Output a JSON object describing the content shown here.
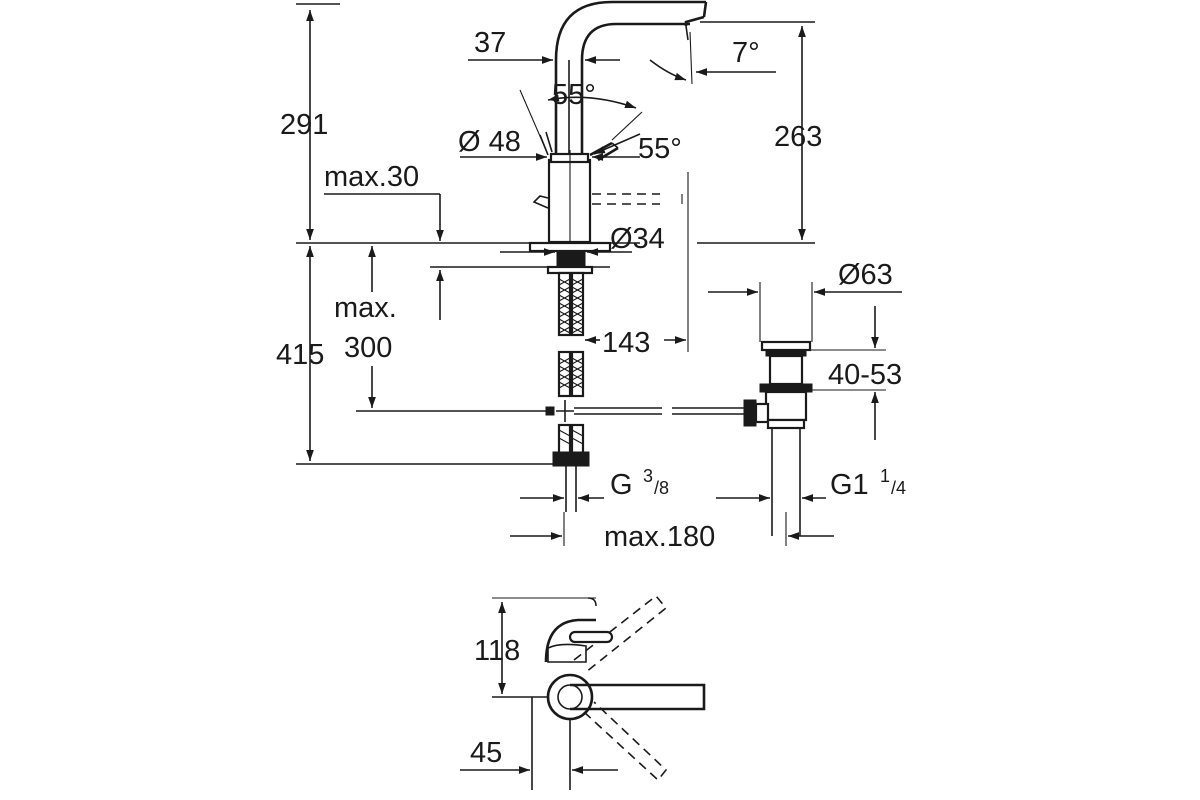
{
  "dimensions": {
    "spout_reach_offset": "37",
    "spout_angle": "7°",
    "lever_angle_top": "55°",
    "lever_angle_side": "55°",
    "base_diameter": "Ø 48",
    "max_deck_thickness": "max.30",
    "shank_diameter": "Ø34",
    "total_height_above_deck": "291",
    "spout_outlet_height": "263",
    "below_deck_length": "415",
    "max_label_line1": "max.",
    "max_label_line2": "300",
    "projection": "143",
    "drain_diameter": "Ø63",
    "drain_range": "40-53",
    "connection_left_main": "G",
    "connection_left_num": "3",
    "connection_left_den": "/8",
    "connection_right_main": "G1",
    "connection_right_num": "1",
    "connection_right_den": "/4",
    "max_distance": "max.180",
    "plan_depth": "118",
    "plan_offset": "45"
  }
}
